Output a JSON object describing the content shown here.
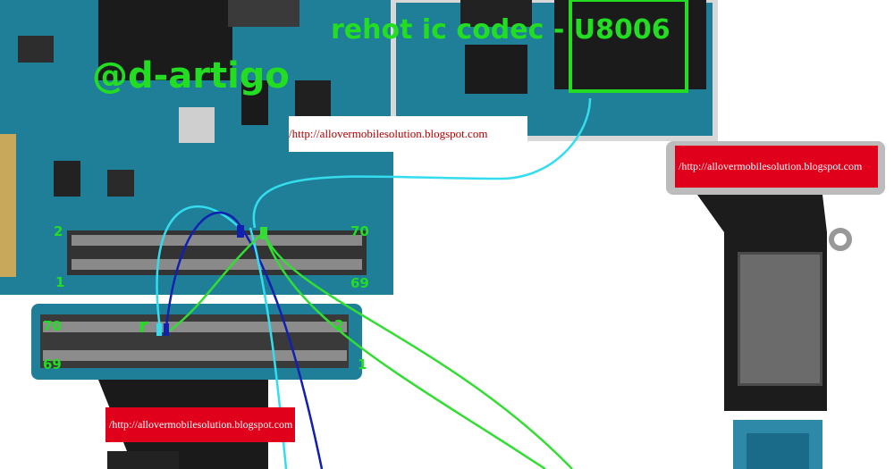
{
  "annotations": {
    "author": "@d-artigo",
    "title": "rehot ic codec - U8006"
  },
  "watermarks": {
    "top": "/http://allovermobilesolution.blogspot.com",
    "right": "/http://allovermobilesolution.blogspot.com",
    "bottom": "/http://allovermobilesolution.blogspot.com"
  },
  "pins": {
    "upper_top_left": "2",
    "upper_top_right": "70",
    "upper_bottom_left": "1",
    "upper_bottom_right": "69",
    "lower_top_left": "70",
    "lower_top_right": "2",
    "lower_bottom_left": "69",
    "lower_bottom_right": "1",
    "point_r": "r"
  },
  "colors": {
    "pcb": "#1f7f98",
    "pcb_dark": "#0f3d4d",
    "wire_green": "#33dd33",
    "wire_blue": "#1020b0",
    "wire_cyan": "#33ddee",
    "label_green": "#22dd22",
    "watermark_red": "#e0001b"
  }
}
